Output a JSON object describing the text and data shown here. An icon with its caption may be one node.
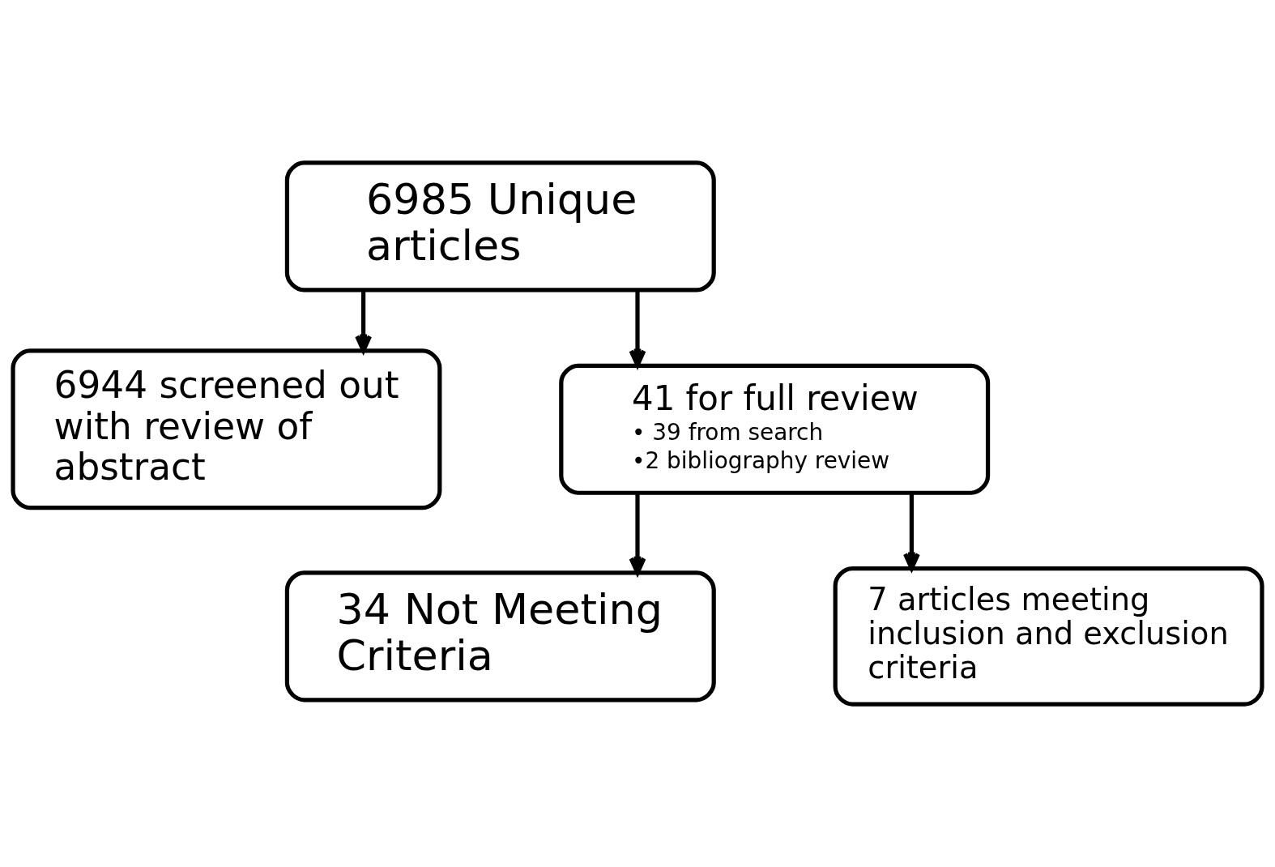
{
  "diagram": {
    "nodes": [
      {
        "text": [
          "6985 Unique articles"
        ]
      },
      {
        "text": [
          "6944 screened out with review of abstract"
        ]
      },
      {
        "text": [
          "41 for full review",
          "• 39 from search",
          "•2 bibliography review"
        ]
      },
      {
        "text": [
          "34 Not Meeting Criteria"
        ]
      },
      {
        "text": [
          "7 articles meeting inclusion and exclusion criteria"
        ]
      }
    ],
    "edges": [
      {
        "from": 0,
        "to": 1,
        "arrow": "to"
      },
      {
        "from": 0,
        "to": 2,
        "arrow": "to"
      },
      {
        "from": 2,
        "to": 3,
        "arrow": "to"
      },
      {
        "from": 2,
        "to": 4,
        "arrow": "to"
      }
    ]
  }
}
